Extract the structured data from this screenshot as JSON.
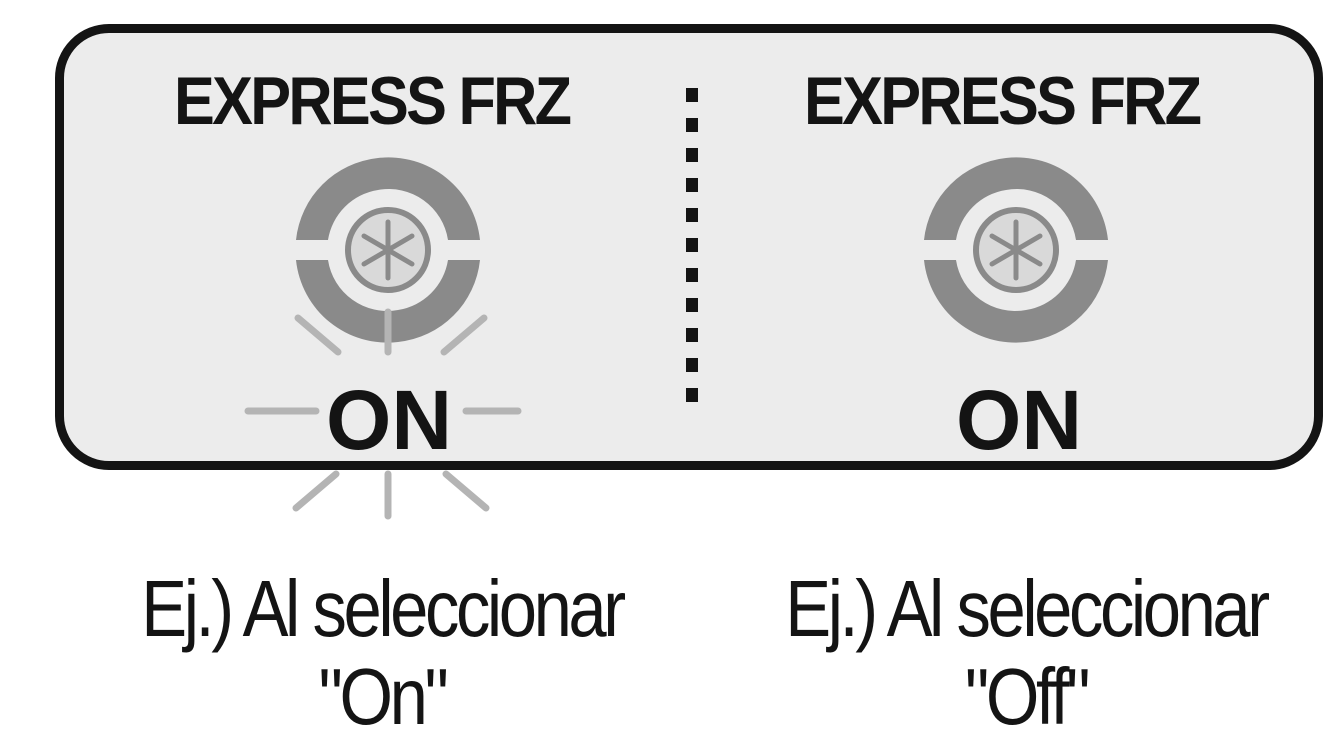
{
  "panels": [
    {
      "title": "EXPRESS FRZ",
      "status": "ON",
      "caption_line1": "Ej.) Al seleccionar",
      "caption_line2": "\"On\"",
      "blinking": true
    },
    {
      "title": "EXPRESS FRZ",
      "status": "ON",
      "caption_line1": "Ej.) Al seleccionar",
      "caption_line2": "\"Off\"",
      "blinking": false
    }
  ],
  "icons": {
    "fan": "express-freeze-fan-icon",
    "blink": "blink-rays-icon"
  },
  "colors": {
    "border": "#141414",
    "panel": "#ececec",
    "icon": "#8a8a8a",
    "rays": "#b4b4b4"
  }
}
